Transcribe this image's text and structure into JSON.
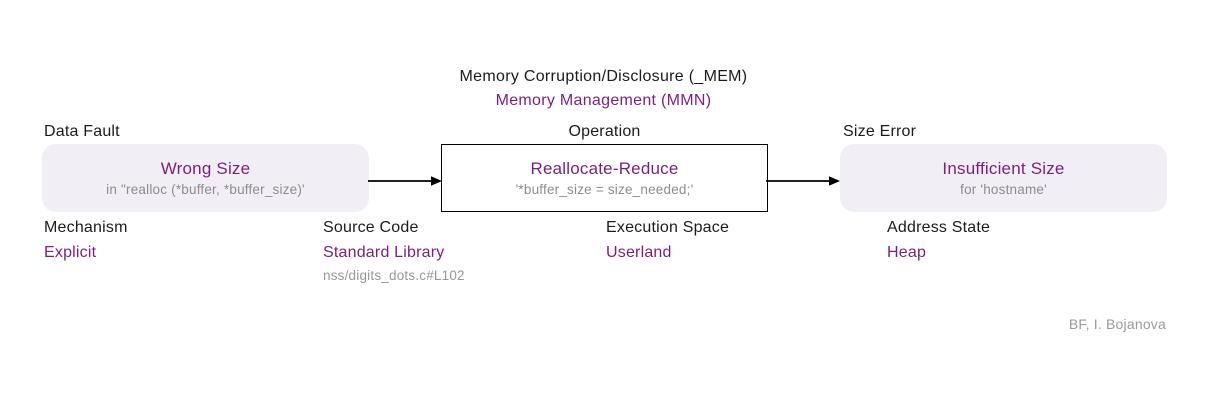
{
  "colors": {
    "accent_purple": "#7c1e7e",
    "node_fill": "#f2eef6",
    "operation_border": "#000000",
    "muted_gray": "#8c8c8c",
    "text_black": "#1b1b1b"
  },
  "header": {
    "title": "Memory Corruption/Disclosure (_MEM)",
    "subtitle": "Memory Management (MMN)"
  },
  "flow": {
    "nodes": [
      {
        "label": "Data Fault",
        "name": "Wrong Size",
        "detail": "in \"realloc (*buffer, *buffer_size)'"
      },
      {
        "label": "Operation",
        "name": "Reallocate-Reduce",
        "detail": "'*buffer_size = size_needed;'"
      },
      {
        "label": "Size Error",
        "name": "Insufficient Size",
        "detail": "for 'hostname'"
      }
    ]
  },
  "attributes": [
    {
      "label": "Mechanism",
      "value": "Explicit",
      "note": ""
    },
    {
      "label": "Source Code",
      "value": "Standard Library",
      "note": "nss/digits_dots.c#L102"
    },
    {
      "label": "Execution Space",
      "value": "Userland",
      "note": ""
    },
    {
      "label": "Address State",
      "value": "Heap",
      "note": ""
    }
  ],
  "credit": "BF, I. Bojanova"
}
